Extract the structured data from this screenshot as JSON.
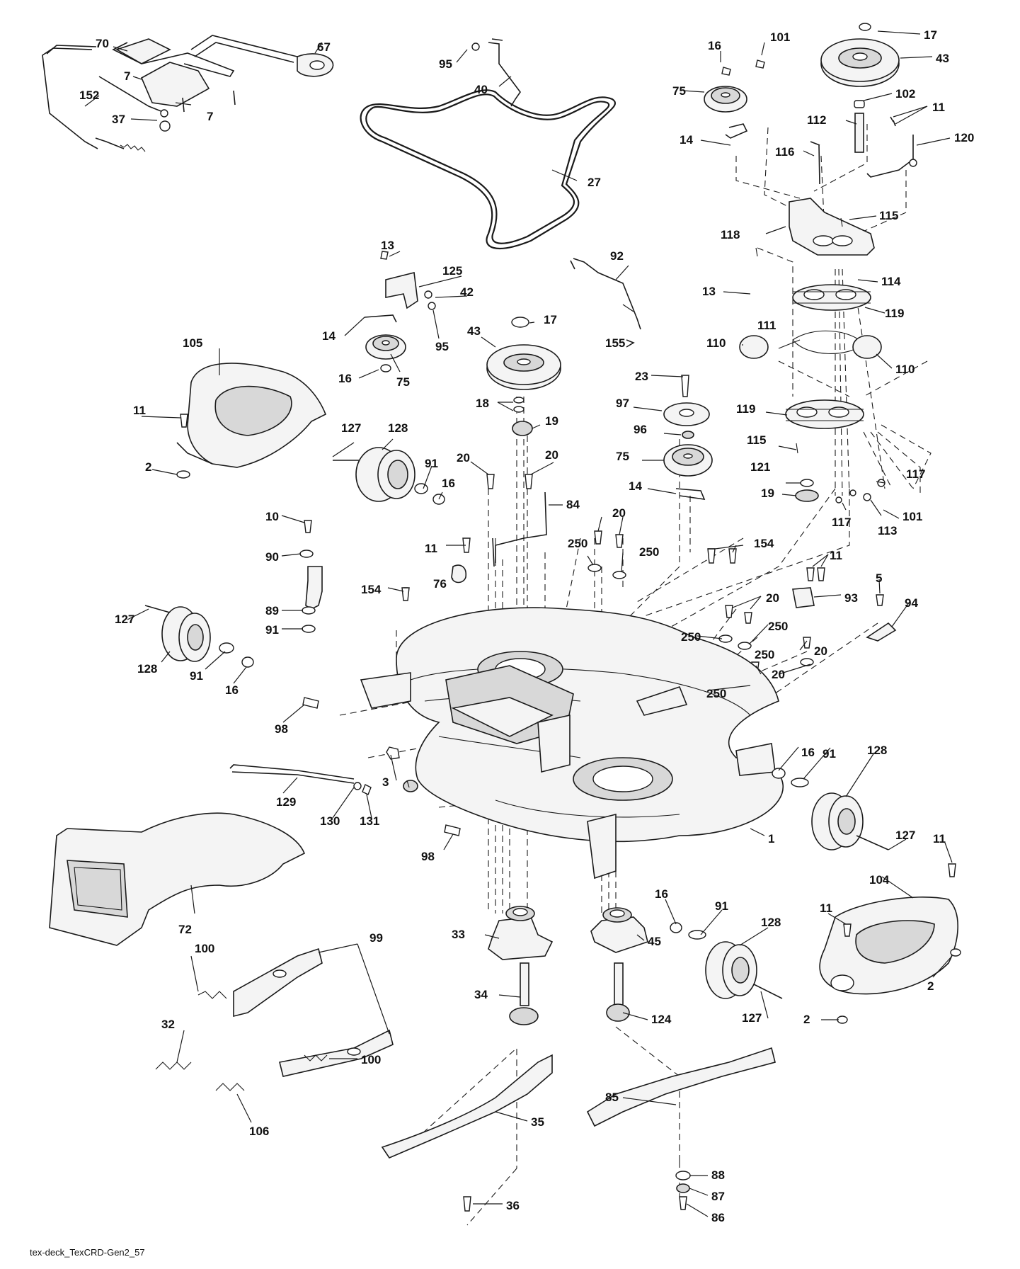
{
  "diagram": {
    "footer_label": "tex-deck_TexCRD-Gen2_57",
    "callouts": [
      "1",
      "2",
      "2",
      "2",
      "3",
      "5",
      "7",
      "7",
      "10",
      "11",
      "11",
      "11",
      "11",
      "11",
      "11",
      "13",
      "13",
      "14",
      "14",
      "14",
      "16",
      "16",
      "16",
      "16",
      "16",
      "16",
      "17",
      "17",
      "18",
      "19",
      "19",
      "20",
      "20",
      "20",
      "20",
      "20",
      "20",
      "23",
      "27",
      "32",
      "33",
      "34",
      "35",
      "36",
      "37",
      "40",
      "42",
      "43",
      "43",
      "45",
      "67",
      "70",
      "72",
      "75",
      "75",
      "75",
      "76",
      "84",
      "85",
      "86",
      "87",
      "88",
      "89",
      "90",
      "91",
      "91",
      "91",
      "91",
      "92",
      "93",
      "94",
      "95",
      "95",
      "96",
      "97",
      "98",
      "98",
      "99",
      "100",
      "100",
      "101",
      "101",
      "102",
      "104",
      "105",
      "106",
      "110",
      "110",
      "111",
      "112",
      "113",
      "114",
      "115",
      "115",
      "116",
      "117",
      "117",
      "118",
      "119",
      "119",
      "120",
      "121",
      "124",
      "125",
      "127",
      "127",
      "127",
      "127",
      "128",
      "128",
      "128",
      "128",
      "129",
      "130",
      "131",
      "152",
      "154",
      "154",
      "155",
      "250",
      "250",
      "250",
      "250",
      "250",
      "250"
    ]
  }
}
